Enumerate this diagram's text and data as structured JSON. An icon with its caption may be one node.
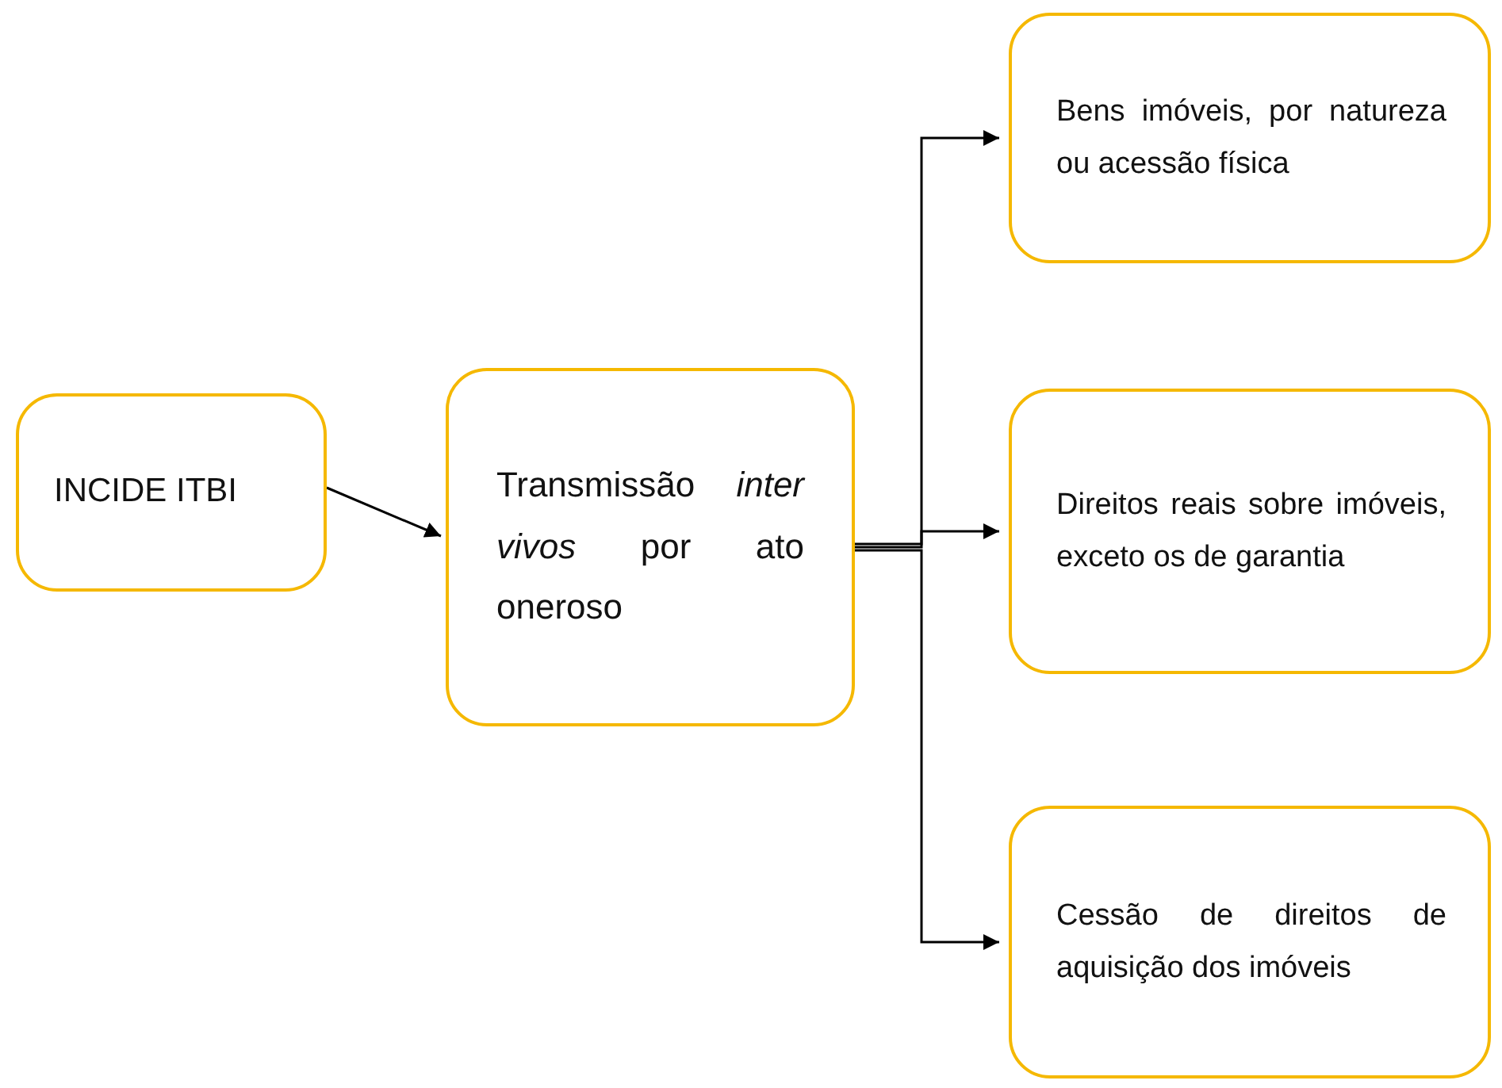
{
  "diagram": {
    "nodes": [
      {
        "text": [
          "INCIDE ITBI"
        ]
      },
      {
        "text": [
          "Transmissão *inter vivos* por ato oneroso"
        ]
      },
      {
        "text": [
          "Bens imóveis, por natureza ou acessão física"
        ]
      },
      {
        "text": [
          "Direitos reais sobre imóveis, exceto os de garantia"
        ]
      },
      {
        "text": [
          "Cessão de direitos de aquisição dos imóveis"
        ]
      }
    ],
    "edges": [
      {
        "from": 0,
        "to": 1,
        "arrow": "to"
      },
      {
        "from": 1,
        "to": 2,
        "arrow": "to"
      },
      {
        "from": 1,
        "to": 3,
        "arrow": "to"
      },
      {
        "from": 1,
        "to": 4,
        "arrow": "to"
      }
    ]
  }
}
